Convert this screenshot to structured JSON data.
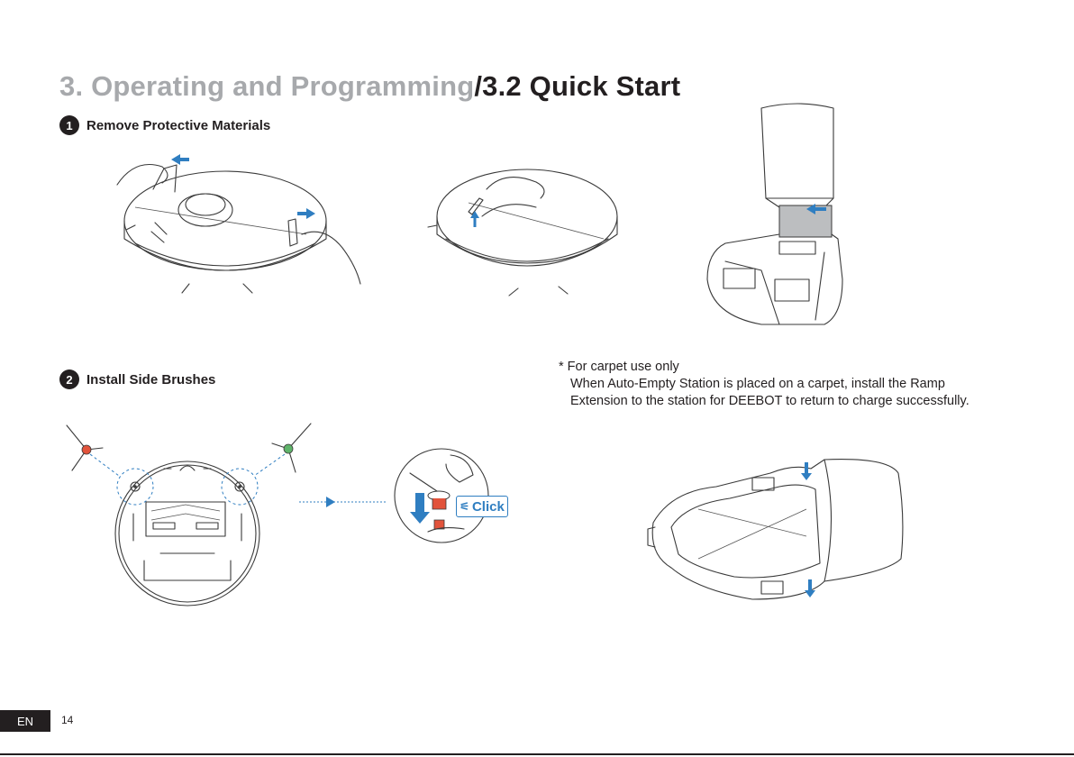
{
  "header": {
    "section_title": "3. Operating and Programming",
    "subsection_title": "/3.2 Quick Start"
  },
  "steps": [
    {
      "number": "1",
      "label": "Remove Protective Materials"
    },
    {
      "number": "2",
      "label": "Install Side Brushes"
    }
  ],
  "note": {
    "heading": "* For carpet use only",
    "body_line1": "When Auto-Empty Station is placed on a carpet, install the Ramp",
    "body_line2": "Extension to the station for DEEBOT to return to charge successfully."
  },
  "callout": {
    "click_label": "Click"
  },
  "footer": {
    "language": "EN",
    "page_number": "14"
  },
  "colors": {
    "accent_blue": "#2f7ec1",
    "text_dark": "#231f20",
    "title_grey": "#a7a9ac",
    "brush_red": "#e2533b",
    "brush_green": "#5fb46a"
  }
}
